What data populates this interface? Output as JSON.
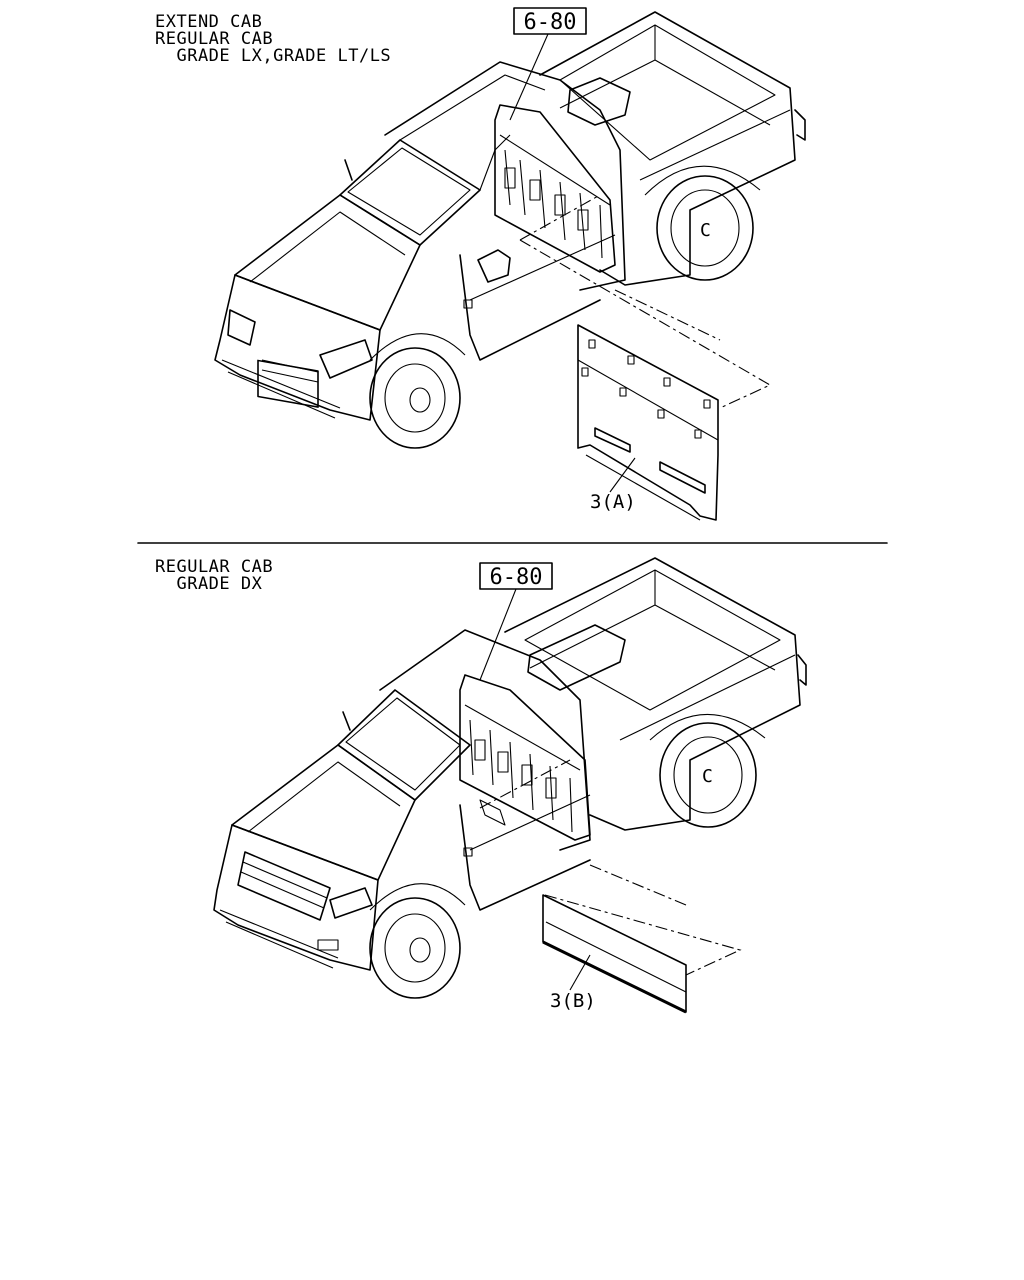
{
  "panels": [
    {
      "header_lines": [
        "EXTEND CAB",
        "REGULAR CAB",
        "  GRADE LX,GRADE LT/LS"
      ],
      "ref_box": "6-80",
      "callout": "3(A)"
    },
    {
      "header_lines": [
        "REGULAR CAB",
        "  GRADE DX"
      ],
      "ref_box": "6-80",
      "callout": "3(B)"
    }
  ]
}
